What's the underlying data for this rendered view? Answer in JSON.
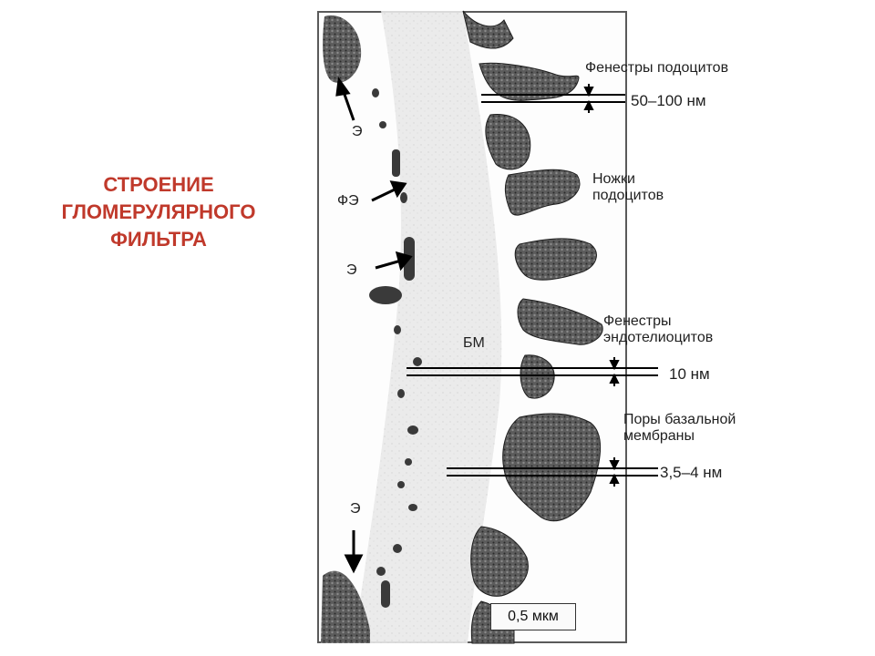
{
  "slide": {
    "title": "СТРОЕНИЕ\nГЛОМЕРУЛЯРНОГО\nФИЛЬТРА",
    "title_color": "#c0392b"
  },
  "figure": {
    "left_labels": {
      "e_top": "Э",
      "fe": "ФЭ",
      "e_mid": "Э",
      "e_bottom": "Э"
    },
    "bm_label": "БМ",
    "right_labels": {
      "podocyte_fenestrae": "Фенестры подоцитов",
      "podocyte_fenestrae_size": "50–100 нм",
      "podocyte_legs": "Ножки\nподоцитов",
      "endothelial_fenestrae": "Фенестры\nэндотелиоцитов",
      "endothelial_fenestrae_size": "10 нм",
      "bm_pores": "Поры базальной\nмембраны",
      "bm_pores_size": "3,5–4 нм"
    },
    "scale_bar": "0,5 мкм"
  }
}
